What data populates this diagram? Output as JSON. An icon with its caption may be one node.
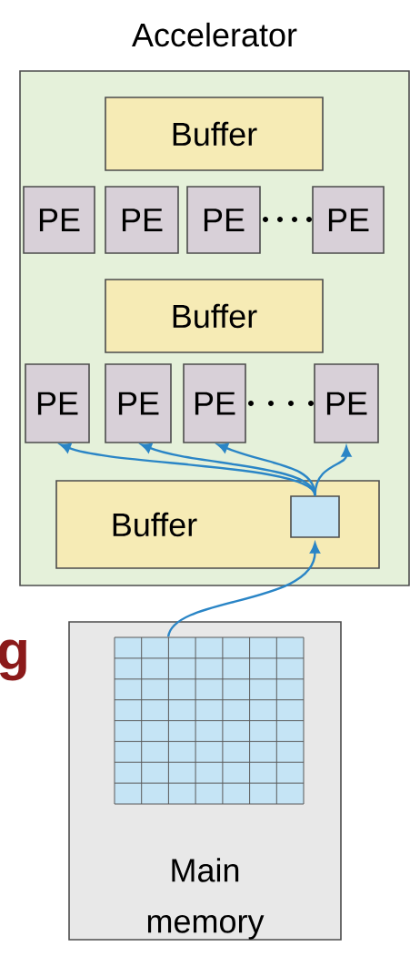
{
  "diagram": {
    "nodes": [
      {
        "text": [
          "Accelerator"
        ]
      },
      {
        "text": [
          "Buffer"
        ],
        "in": 0
      },
      {
        "text": [
          "PE"
        ],
        "in": 0
      },
      {
        "text": [
          "PE"
        ],
        "in": 0
      },
      {
        "text": [
          "PE"
        ],
        "in": 0
      },
      {
        "text": [
          "PE"
        ],
        "in": 0
      },
      {
        "text": [
          "Buffer"
        ],
        "in": 0
      },
      {
        "text": [
          "PE"
        ],
        "in": 0
      },
      {
        "text": [
          "PE"
        ],
        "in": 0
      },
      {
        "text": [
          "PE"
        ],
        "in": 0
      },
      {
        "text": [
          "PE"
        ],
        "in": 0
      },
      {
        "text": [
          "Buffer"
        ],
        "in": 0
      },
      {
        "text": [],
        "shape": "box",
        "in": 11
      },
      {
        "text": [
          "Main memory"
        ]
      },
      {
        "text": [],
        "shape": "grid",
        "in": 13
      }
    ],
    "edges": [
      {
        "from": 12,
        "to": 7,
        "arrow": "to"
      },
      {
        "from": 12,
        "to": 8,
        "arrow": "to"
      },
      {
        "from": 12,
        "to": 9,
        "arrow": "to"
      },
      {
        "from": 12,
        "to": 10,
        "arrow": "to"
      },
      {
        "from": 14,
        "to": 12,
        "arrow": "to"
      }
    ],
    "labels": [
      "g"
    ]
  }
}
